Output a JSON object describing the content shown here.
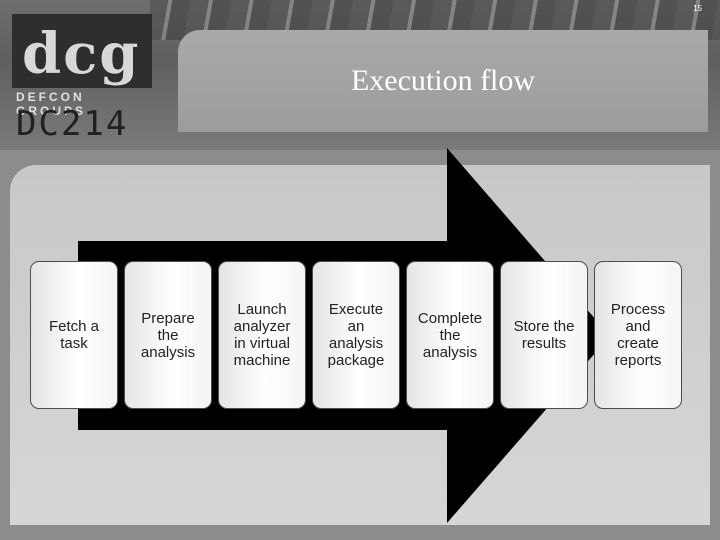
{
  "slide": {
    "number": "15",
    "title": "Execution flow"
  },
  "logo": {
    "letters": "dcg",
    "line1": "DEFCON GROUPS",
    "line2": "DC214"
  },
  "steps": [
    {
      "label": "Fetch a\ntask"
    },
    {
      "label": "Prepare\nthe\nanalysis"
    },
    {
      "label": "Launch\nanalyzer\nin virtual\nmachine"
    },
    {
      "label": "Execute\nan\nanalysis\npackage"
    },
    {
      "label": "Complete\nthe\nanalysis"
    },
    {
      "label": "Store the\nresults"
    },
    {
      "label": "Process\nand\ncreate\nreports"
    }
  ],
  "colors": {
    "arrow": "#000000",
    "box_border": "#4d4d4d",
    "title_text": "#ffffff"
  }
}
